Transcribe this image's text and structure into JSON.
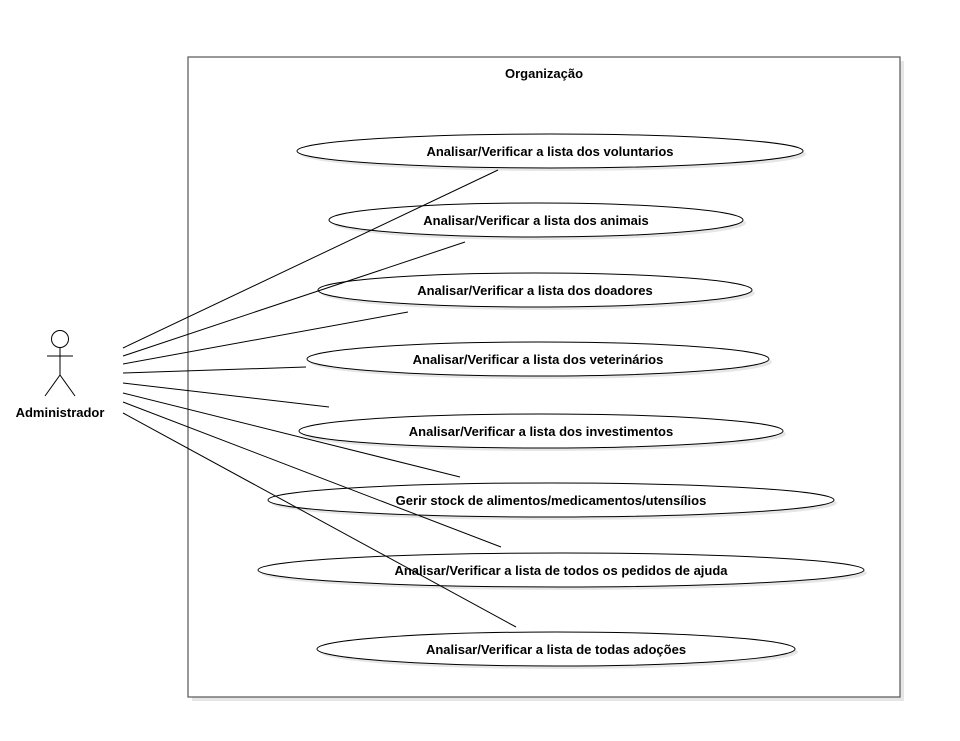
{
  "system": {
    "title": "Organização"
  },
  "actor": {
    "name": "Administrador"
  },
  "use_cases": [
    {
      "id": "uc1",
      "label": "Analisar/Verificar a lista dos voluntarios"
    },
    {
      "id": "uc2",
      "label": "Analisar/Verificar a lista dos animais"
    },
    {
      "id": "uc3",
      "label": "Analisar/Verificar a lista dos doadores"
    },
    {
      "id": "uc4",
      "label": "Analisar/Verificar a lista dos veterinários"
    },
    {
      "id": "uc5",
      "label": "Analisar/Verificar a lista dos investimentos"
    },
    {
      "id": "uc6",
      "label": "Gerir stock de alimentos/medicamentos/utensílios"
    },
    {
      "id": "uc7",
      "label": "Analisar/Verificar a lista de todos os pedidos de ajuda"
    },
    {
      "id": "uc8",
      "label": "Analisar/Verificar a lista de todas adoções"
    }
  ],
  "colors": {
    "stroke": "#000000",
    "shadow": "#d9d9d9",
    "box_stroke": "#555555"
  }
}
